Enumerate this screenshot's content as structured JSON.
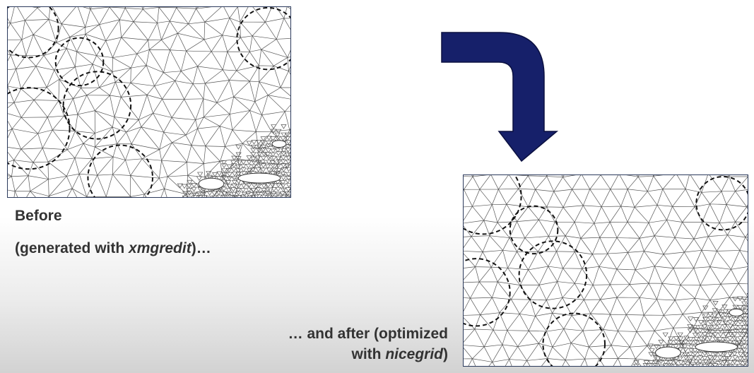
{
  "before": {
    "title": "Before",
    "caption_pre": "(generated with ",
    "caption_tool": "xmgredit",
    "caption_post": ")…"
  },
  "after": {
    "caption_line1": "… and after (optimized",
    "caption_line2_pre": "with ",
    "caption_tool": "nicegrid",
    "caption_line2_post": ")"
  },
  "colors": {
    "arrow": "#16206a",
    "frame": "#2b3a5c",
    "text": "#333333"
  },
  "icons": [
    "curved-down-arrow-icon"
  ]
}
